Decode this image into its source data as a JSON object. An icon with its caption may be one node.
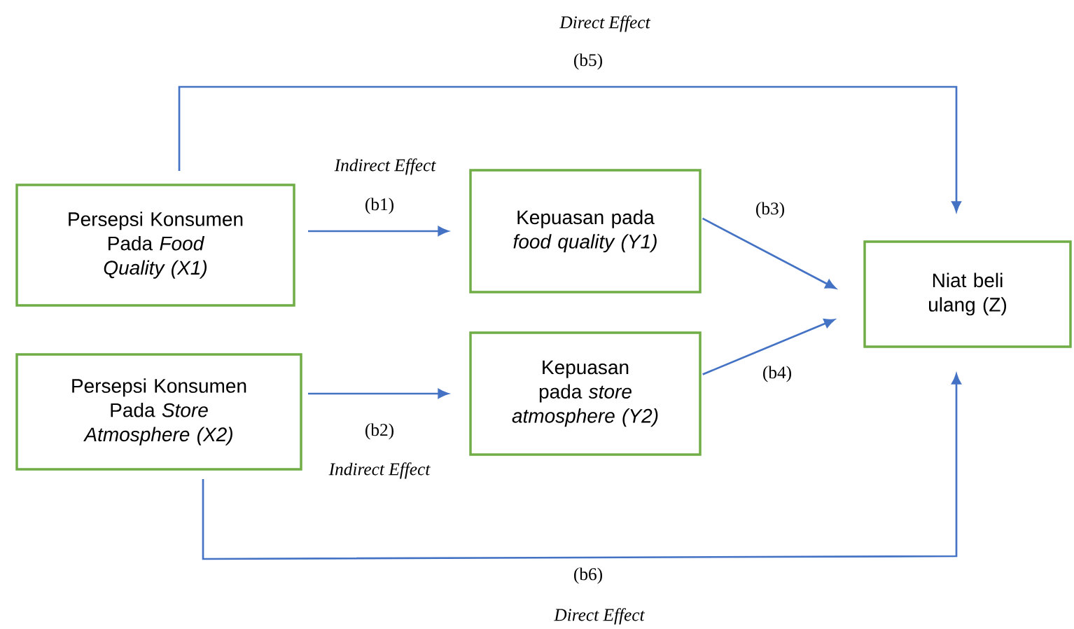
{
  "diagram": {
    "nodes": [
      {
        "text": [
          "Persepsi Konsumen Pada *Food Quality (X1)*"
        ]
      },
      {
        "text": [
          "Kepuasan pada *food quality (Y1)*"
        ]
      },
      {
        "text": [
          "Persepsi Konsumen Pada *Store Atmosphere (X2)*"
        ]
      },
      {
        "text": [
          "Kepuasan pada *store atmosphere (Y2)*"
        ]
      },
      {
        "text": [
          "Niat beli ulang (Z)"
        ]
      }
    ],
    "edges": [
      {
        "from": 0,
        "to": 1,
        "arrow": "to",
        "label": "(b1)"
      },
      {
        "from": 2,
        "to": 3,
        "arrow": "to",
        "label": "(b2)"
      },
      {
        "from": 1,
        "to": 4,
        "arrow": "to",
        "label": "(b3)"
      },
      {
        "from": 3,
        "to": 4,
        "arrow": "to",
        "label": "(b4)"
      },
      {
        "from": 0,
        "to": 4,
        "arrow": "to",
        "label": "(b5)"
      },
      {
        "from": 2,
        "to": 4,
        "arrow": "to",
        "label": "(b6)"
      }
    ],
    "labels": [
      "Direct Effect",
      "Indirect Effect",
      "Indirect Effect",
      "Direct Effect"
    ]
  }
}
